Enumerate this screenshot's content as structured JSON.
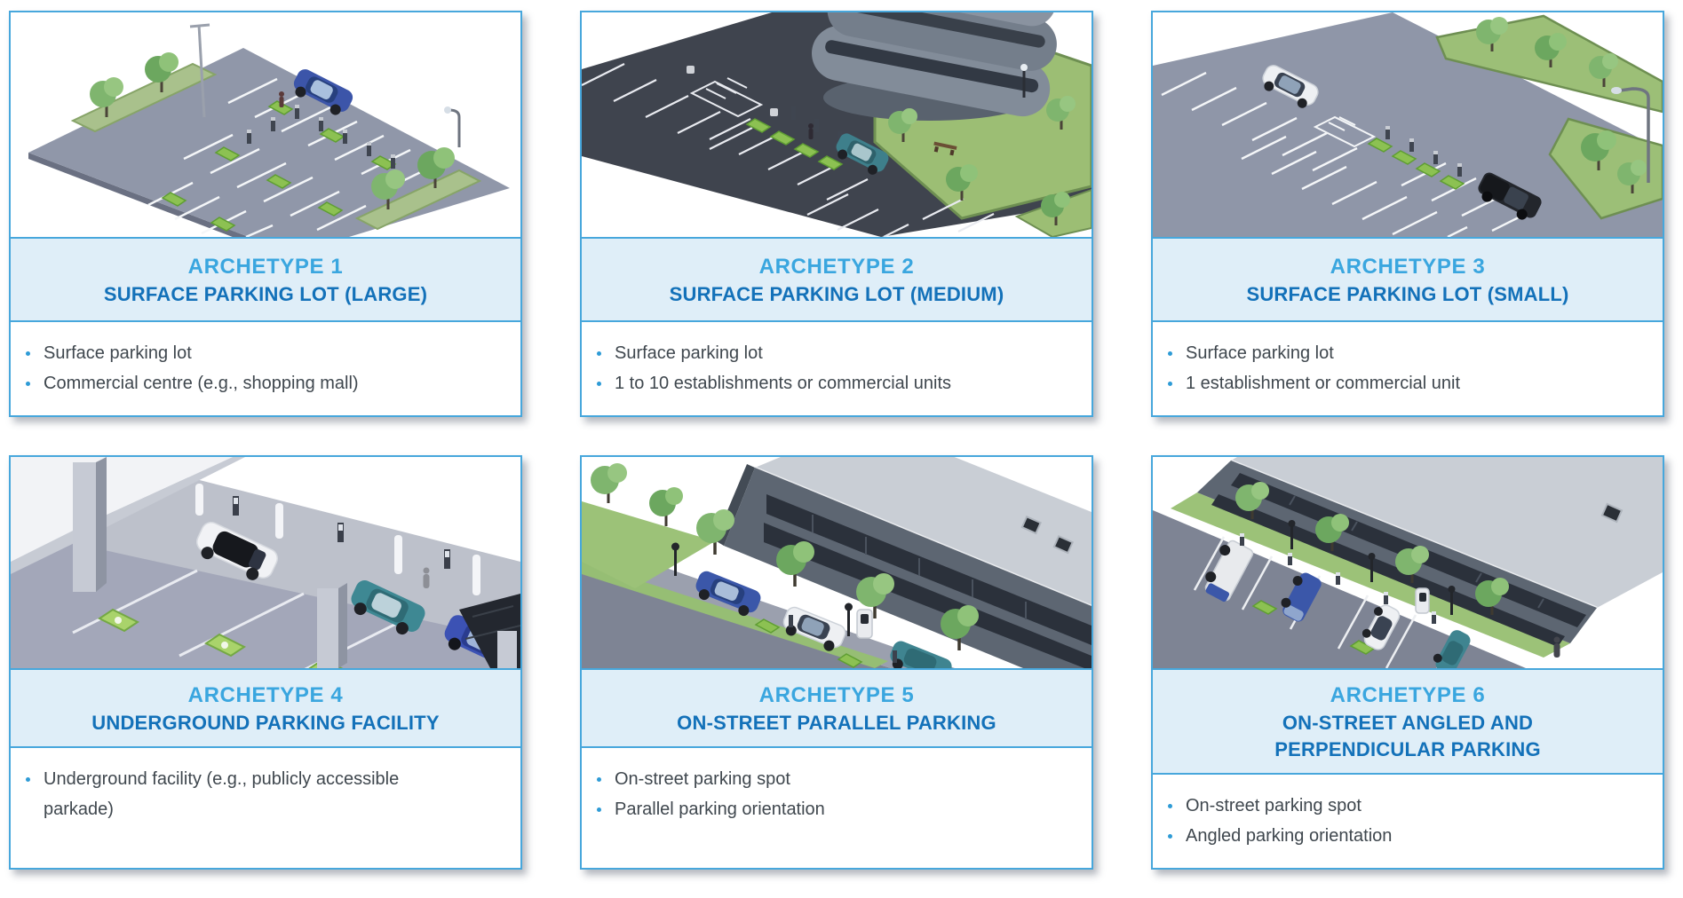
{
  "theme": {
    "card_border_color": "#47a7dc",
    "band_background_color": "#dfeef8",
    "archetype_number_color": "#3aa6df",
    "archetype_subtitle_color": "#1371b9",
    "bullet_text_color": "#3f474e",
    "bullet_dot_color": "#2e9bd6",
    "ev_spot_green": "#8cc152",
    "asphalt_gray": "#9097a9",
    "dark_asphalt": "#3f444e"
  },
  "cards": [
    {
      "title": "ARCHETYPE 1",
      "subtitle_lines": [
        "SURFACE PARKING LOT (LARGE)"
      ],
      "bullets": [
        "Surface parking lot",
        "Commercial centre (e.g., shopping mall)"
      ],
      "illustration_alt": "Isometric large surface parking lot with rows of stalls, green EV charging spots, charging posts, trees, light poles and a blue car"
    },
    {
      "title": "ARCHETYPE 2",
      "subtitle_lines": [
        "SURFACE PARKING LOT (MEDIUM)"
      ],
      "bullets": [
        "Surface parking lot",
        "1 to 10 establishments or commercial units"
      ],
      "illustration_alt": "Isometric medium surface parking lot with dark asphalt beside a round multi-storey building, lawn with trees and bench, green EV spots and a teal car"
    },
    {
      "title": "ARCHETYPE 3",
      "subtitle_lines": [
        "SURFACE PARKING LOT (SMALL)"
      ],
      "bullets": [
        "Surface parking lot",
        "1 establishment or commercial unit"
      ],
      "illustration_alt": "Isometric small surface parking lot with a white car, a black pickup truck, green verges with trees, a street light and EV charging spots"
    },
    {
      "title": "ARCHETYPE 4",
      "subtitle_lines": [
        "UNDERGROUND PARKING FACILITY"
      ],
      "bullets": [
        "Underground facility (e.g., publicly accessible parkade)"
      ],
      "illustration_alt": "Isometric underground parking garage with concrete pillars, wall lights, wall-mounted chargers, green EV floor markings and white, teal and blue cars"
    },
    {
      "title": "ARCHETYPE 5",
      "subtitle_lines": [
        "ON-STREET PARALLEL PARKING"
      ],
      "bullets": [
        "On-street parking spot",
        "Parallel parking orientation"
      ],
      "illustration_alt": "Isometric street with cars parallel parked along the curb in front of a two-storey office building, with trees, lamp posts and an EV charging kiosk"
    },
    {
      "title": "ARCHETYPE 6",
      "subtitle_lines": [
        "ON-STREET ANGLED AND",
        "PERPENDICULAR PARKING"
      ],
      "bullets": [
        "On-street parking spot",
        "Angled parking orientation"
      ],
      "illustration_alt": "Isometric street with a truck, van and cars parked at an angle in front of an office building, with charging posts, trees and a pedestrian"
    }
  ]
}
